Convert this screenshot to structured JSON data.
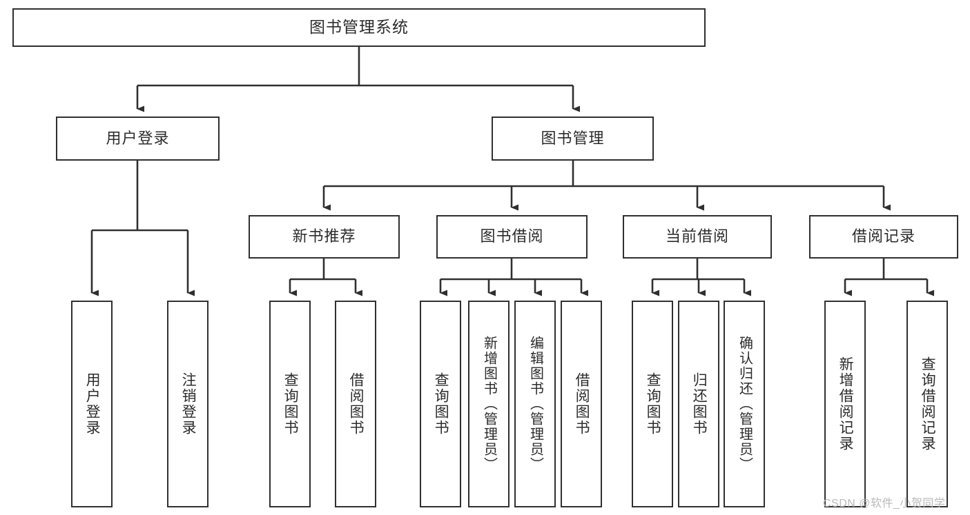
{
  "diagram": {
    "type": "tree-hierarchy-flowchart",
    "root": {
      "label": "图书管理系统"
    },
    "level1": [
      {
        "label": "用户登录"
      },
      {
        "label": "图书管理"
      }
    ],
    "level2": [
      {
        "label": "新书推荐"
      },
      {
        "label": "图书借阅"
      },
      {
        "label": "当前借阅"
      },
      {
        "label": "借阅记录"
      }
    ],
    "leaves": {
      "user_login": [
        {
          "label": "用户登录"
        },
        {
          "label": "注销登录"
        }
      ],
      "new_book_recommend": [
        {
          "label": "查询图书"
        },
        {
          "label": "借阅图书"
        }
      ],
      "book_borrow": [
        {
          "label": "查询图书"
        },
        {
          "label": "新增图书（管理员）"
        },
        {
          "label": "编辑图书（管理员）"
        },
        {
          "label": "借阅图书"
        }
      ],
      "current_borrow": [
        {
          "label": "查询图书"
        },
        {
          "label": "归还图书"
        },
        {
          "label": "确认归还（管理员）"
        }
      ],
      "borrow_record": [
        {
          "label": "新增借阅记录"
        },
        {
          "label": "查询借阅记录"
        }
      ]
    }
  },
  "watermark": {
    "text": "CSDN @软件_小贺同学"
  },
  "colors": {
    "stroke": "#2f2f2f",
    "text": "#2b2b2b",
    "background": "#ffffff",
    "watermark": "#b9b9b9"
  }
}
